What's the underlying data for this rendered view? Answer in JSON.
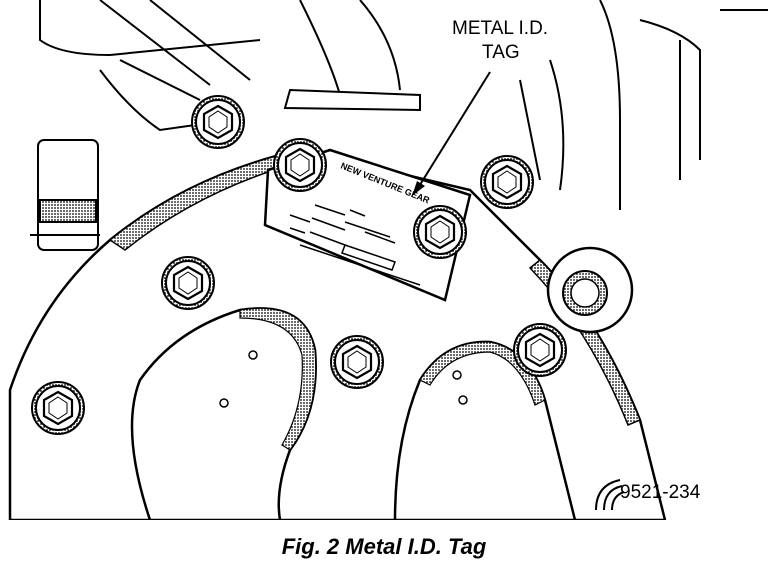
{
  "callout": {
    "line1": "METAL I.D.",
    "line2": "TAG"
  },
  "tag_text": "NEW VENTURE GEAR",
  "figure_code": "9521-234",
  "caption": "Fig. 2 Metal I.D. Tag",
  "colors": {
    "ink": "#000000",
    "paper": "#ffffff"
  }
}
